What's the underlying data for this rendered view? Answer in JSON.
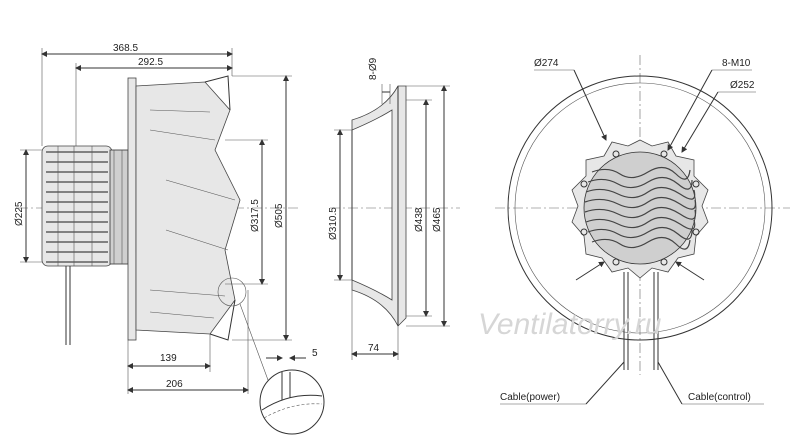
{
  "watermark": "Ventilatorry.ru",
  "side_view": {
    "dims": {
      "overall_length": "368.5",
      "wheel_length": "292.5",
      "motor_dia": "Ø225",
      "inner_dia": "Ø317.5",
      "outer_dia": "Ø505",
      "depth_139": "139",
      "depth_206": "206",
      "gap_5": "5"
    }
  },
  "inlet_view": {
    "dims": {
      "holes": "8-Ø9",
      "throat_dia": "Ø310.5",
      "bolt_circle": "Ø438",
      "flange_dia": "Ø465",
      "depth_74": "74"
    }
  },
  "front_view": {
    "dims": {
      "motor_dia": "Ø274",
      "threads": "8-M10",
      "bolt_dia": "Ø252"
    },
    "labels": {
      "cable_power": "Cable(power)",
      "cable_control": "Cable(control)"
    }
  }
}
